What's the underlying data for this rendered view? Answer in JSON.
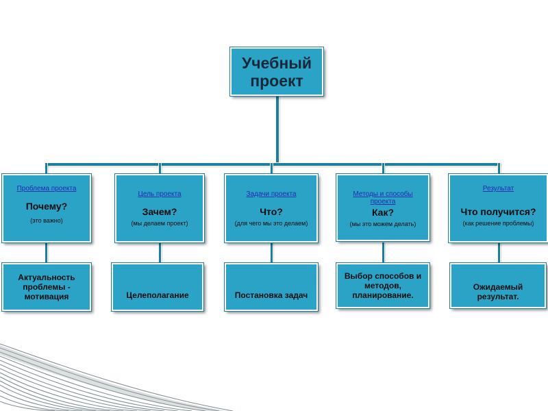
{
  "root": {
    "line1": "Учебный",
    "line2": "проект"
  },
  "columns": [
    {
      "title": "Проблема проекта",
      "question": "Почему?",
      "note": "(это важно)",
      "result": "Актуальность проблемы - мотивация"
    },
    {
      "title": "Цель проекта",
      "question": "Зачем?",
      "note": "(мы делаем проект)",
      "result": "Целеполагание"
    },
    {
      "title": "Задачи проекта",
      "question": "Что?",
      "note": "(для чего мы это делаем)",
      "result": "Постановка задач"
    },
    {
      "title": "Методы и способы проекта",
      "question": "Как?",
      "note": "(мы это можем делать)",
      "result": "Выбор способов и методов, планирование."
    },
    {
      "title": "Результат",
      "question": "Что получится?",
      "note": "(как решение проблемы)",
      "result": "Ожидаемый результат."
    }
  ],
  "colors": {
    "box": "#2aa3c6",
    "connector": "#1c7f9f",
    "title_link": "#1b2cb0"
  }
}
